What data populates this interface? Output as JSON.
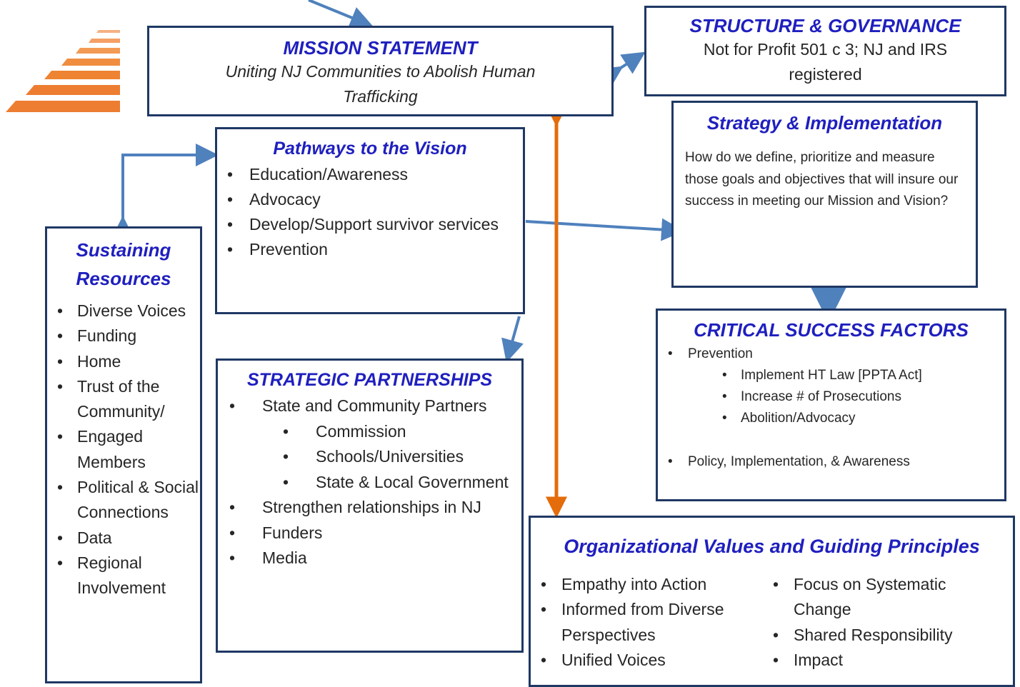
{
  "colors": {
    "border": "#1f3864",
    "title": "#1f1fbf",
    "blue_arrow": "#4f81bd",
    "orange_arrow": "#e46c0a",
    "text": "#262626"
  },
  "logo": {
    "icon": "orange-stairs-icon"
  },
  "mission": {
    "title": "MISSION STATEMENT",
    "text": "Uniting NJ Communities to Abolish Human Trafficking"
  },
  "structure": {
    "title": "STRUCTURE & GOVERNANCE",
    "text": "Not for Profit 501 c  3; NJ and IRS registered"
  },
  "strategy": {
    "title": "Strategy & Implementation",
    "text": "How do we define, prioritize and measure those goals and objectives that will insure our success in meeting our Mission and Vision?"
  },
  "pathways": {
    "title": "Pathways to the Vision",
    "items": [
      "Education/Awareness",
      "Advocacy",
      "Develop/Support survivor services",
      "Prevention"
    ]
  },
  "sustaining": {
    "title": "Sustaining Resources",
    "items": [
      "Diverse Voices",
      "Funding",
      "Home",
      "Trust of the Community/",
      "Engaged Members",
      "Political  & Social Connections",
      "Data",
      "Regional Involvement"
    ]
  },
  "partnerships": {
    "title": "STRATEGIC PARTNERSHIPS",
    "item1": "State and Community Partners",
    "sub_items": [
      "Commission",
      "Schools/Universities",
      "State & Local Government"
    ],
    "items_after": [
      "Strengthen relationships in NJ",
      "Funders",
      "Media"
    ]
  },
  "csf": {
    "title": "CRITICAL SUCCESS FACTORS",
    "item1": "Prevention",
    "sub_items": [
      "Implement  HT Law [PPTA Act]",
      "Increase  # of Prosecutions",
      "Abolition/Advocacy"
    ],
    "item2": "Policy, Implementation,  & Awareness"
  },
  "values": {
    "title": "Organizational  Values and Guiding Principles",
    "col1": [
      "Empathy into Action",
      "Informed from Diverse Perspectives",
      "Unified Voices"
    ],
    "col2": [
      "Focus on Systematic Change",
      "Shared Responsibility",
      "Impact"
    ]
  }
}
